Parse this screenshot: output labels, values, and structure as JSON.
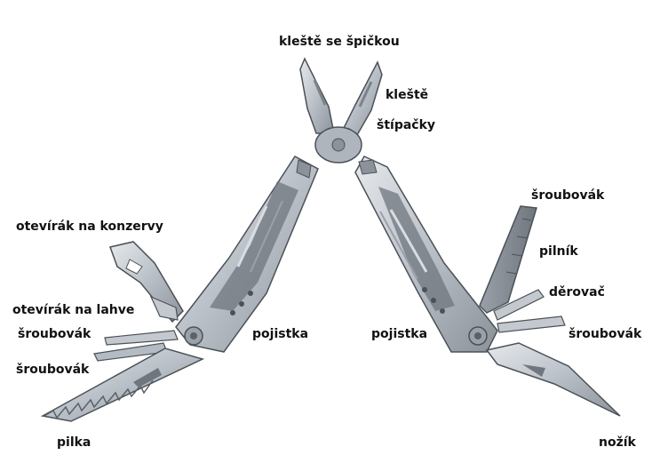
{
  "colors": {
    "background": "#ffffff",
    "label": "#111111",
    "steel_light": "#d3d8de",
    "steel_mid": "#aeb5bd",
    "steel_dark": "#6f767e",
    "steel_edge": "#4b5157"
  },
  "labels": {
    "needle_nose_pliers": "kleště se špičkou",
    "pliers": "kleště",
    "cutters": "štípačky",
    "screwdriver_right_top": "šroubovák",
    "file": "pilník",
    "awl": "děrovač",
    "screwdriver_right_bottom": "šroubovák",
    "can_opener": "otevírák na konzervy",
    "bottle_opener": "otevírák na lahve",
    "screwdriver_left_top": "šroubovák",
    "screwdriver_left_bottom": "šroubovák",
    "lock_left": "pojistka",
    "lock_right": "pojistka",
    "saw": "pilka",
    "knife": "nožík"
  }
}
